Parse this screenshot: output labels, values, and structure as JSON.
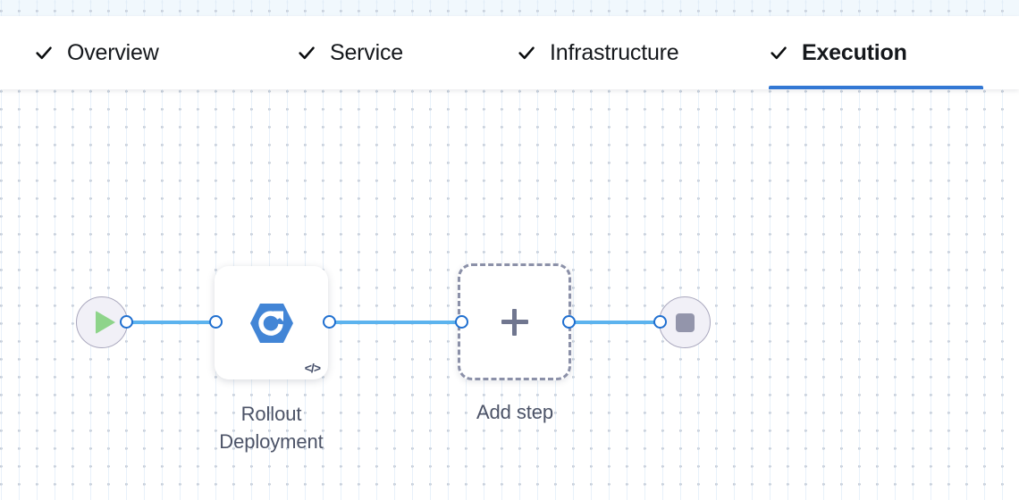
{
  "tabs": [
    {
      "label": "Overview",
      "icon": "check-icon",
      "active": false,
      "complete": true
    },
    {
      "label": "Service",
      "icon": "check-icon",
      "active": false,
      "complete": true
    },
    {
      "label": "Infrastructure",
      "icon": "check-icon",
      "active": false,
      "complete": true
    },
    {
      "label": "Execution",
      "icon": "check-icon",
      "active": true,
      "complete": true
    }
  ],
  "pipeline": {
    "start_node": {
      "name": "start-node",
      "icon": "play-icon"
    },
    "end_node": {
      "name": "end-node",
      "icon": "stop-icon"
    },
    "steps": [
      {
        "name": "rollout-deployment-step",
        "caption": "Rollout\nDeployment",
        "icon": "rollout-deployment-icon",
        "badge": "</>"
      }
    ],
    "add_step": {
      "name": "add-step-node",
      "caption": "Add step",
      "icon": "plus-icon"
    }
  },
  "colors": {
    "accent": "#3378d4",
    "edge": "#5cb3ee",
    "port_border": "#1f6fd0",
    "step_icon": "#4285d6",
    "play": "#8ed48a",
    "stop": "#9395ab",
    "node_fill": "#f1f0f7",
    "dashed_border": "#8b90a8",
    "caption_text": "#4c5367"
  }
}
